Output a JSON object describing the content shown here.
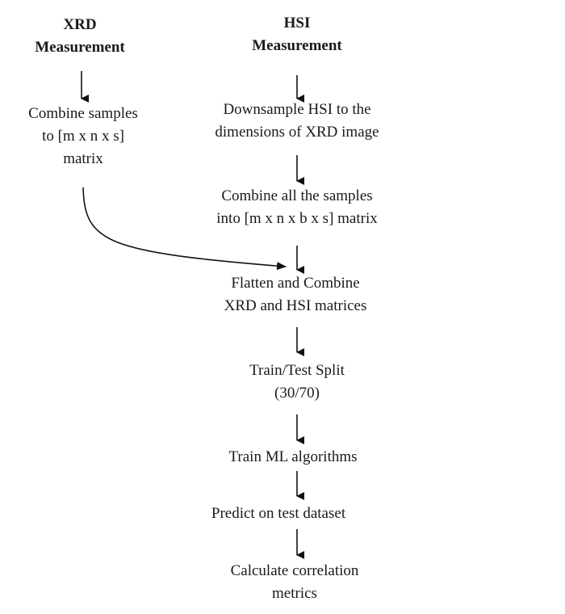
{
  "xrd": {
    "header": [
      "XRD",
      "Measurement"
    ],
    "step": [
      "Combine samples",
      "to [m x n x s]",
      "matrix"
    ]
  },
  "hsi": {
    "header": [
      "HSI",
      "Measurement"
    ],
    "steps": [
      [
        "Downsample HSI to the",
        "dimensions of XRD image"
      ],
      [
        "Combine all the samples",
        "into [m x n x b x s] matrix"
      ],
      [
        "Flatten and Combine",
        "XRD and HSI matrices"
      ],
      [
        "Train/Test Split",
        "(30/70)"
      ],
      [
        "Train ML algorithms"
      ],
      [
        "Predict on test dataset"
      ],
      [
        "Calculate correlation",
        "metrics"
      ]
    ]
  }
}
